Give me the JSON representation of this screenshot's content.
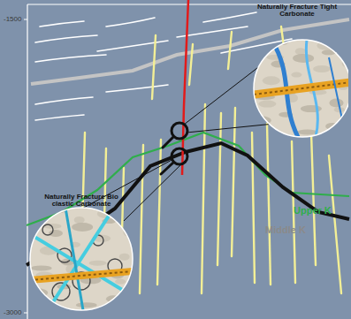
{
  "diagram": {
    "nodes": [
      {
        "text": [
          "Naturally Fracture Tight Carbonate"
        ]
      },
      {
        "text": [
          "Naturally Fracture Bio clastic Carbonate"
        ]
      }
    ],
    "labels": [
      "-1500",
      "-3000",
      "Upper K",
      "Middle K"
    ]
  }
}
